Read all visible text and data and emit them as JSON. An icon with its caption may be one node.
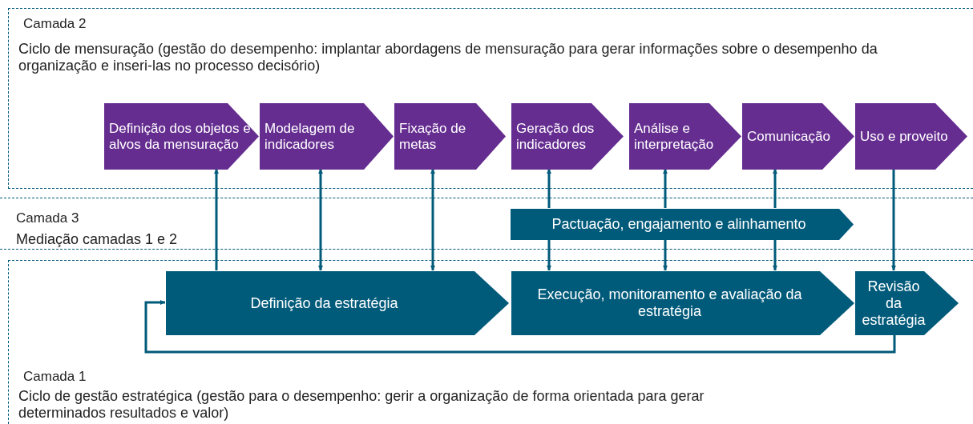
{
  "diagram": {
    "nodes": [
      {
        "text": [
          "Camada 2",
          "Ciclo de mensuração (gestão do desempenho: implantar abordagens de mensuração para gerar informações sobre o desempenho da organização e inseri-las no processo decisório)"
        ]
      },
      {
        "text": [
          "Definição dos objetos e alvos da mensuração"
        ],
        "in": 0
      },
      {
        "text": [
          "Modelagem de indicadores"
        ],
        "in": 0
      },
      {
        "text": [
          "Fixação de metas"
        ],
        "in": 0
      },
      {
        "text": [
          "Geração dos indicadores"
        ],
        "in": 0
      },
      {
        "text": [
          "Análise e interpretação"
        ],
        "in": 0
      },
      {
        "text": [
          "Comunicação"
        ],
        "in": 0
      },
      {
        "text": [
          "Uso e proveito"
        ],
        "in": 0
      },
      {
        "text": [
          "Camada 3",
          "Mediação camadas 1 e 2"
        ]
      },
      {
        "text": [
          "Pactuação, engajamento e alinhamento"
        ],
        "in": 8
      },
      {
        "text": [
          "Camada 1",
          "Ciclo de gestão estratégica (gestão para o desempenho: gerir a organização de forma orientada para gerar determinados resultados e valor)"
        ]
      },
      {
        "text": [
          "Definição  da estratégia"
        ],
        "in": 10
      },
      {
        "text": [
          "Execução, monitoramento e avaliação da estratégia"
        ],
        "in": 10
      },
      {
        "text": [
          "Revisão da estratégia"
        ],
        "in": 10
      }
    ],
    "edges": [
      {
        "from": 11,
        "to": 1,
        "arrow": "to"
      },
      {
        "from": 2,
        "to": 11,
        "arrow": "both"
      },
      {
        "from": 3,
        "to": 11,
        "arrow": "both"
      },
      {
        "from": 9,
        "to": 4,
        "arrow": "to"
      },
      {
        "from": 9,
        "to": 12,
        "arrow": "to"
      },
      {
        "from": 9,
        "to": 5,
        "arrow": "to"
      },
      {
        "from": 9,
        "to": 12,
        "arrow": "to"
      },
      {
        "from": 9,
        "to": 6,
        "arrow": "to"
      },
      {
        "from": 9,
        "to": 12,
        "arrow": "to"
      },
      {
        "from": 7,
        "to": 13,
        "arrow": "to"
      },
      {
        "from": 13,
        "to": 11,
        "arrow": "to"
      }
    ]
  }
}
